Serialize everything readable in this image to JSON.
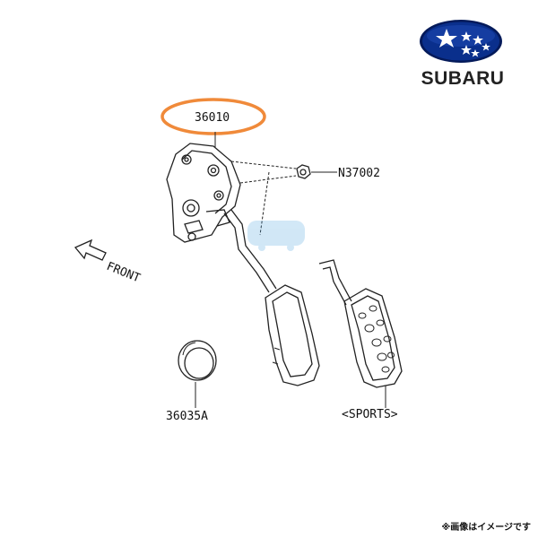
{
  "brand": {
    "name": "SUBARU",
    "colors": {
      "oval": "#0a2f8c",
      "oval_dark": "#041a5a",
      "stars": "#ffffff",
      "text": "#222222"
    }
  },
  "parts": [
    {
      "id": "part-36010",
      "label": "36010",
      "highlighted": true
    },
    {
      "id": "part-n37002",
      "label": "N37002"
    },
    {
      "id": "part-36035a",
      "label": "36035A"
    },
    {
      "id": "part-sports",
      "label": "<SPORTS>"
    }
  ],
  "direction": {
    "label": "FRONT",
    "icon": "arrow-left-icon"
  },
  "highlight_color": "#f08a3a",
  "note": "※画像はイメージです"
}
